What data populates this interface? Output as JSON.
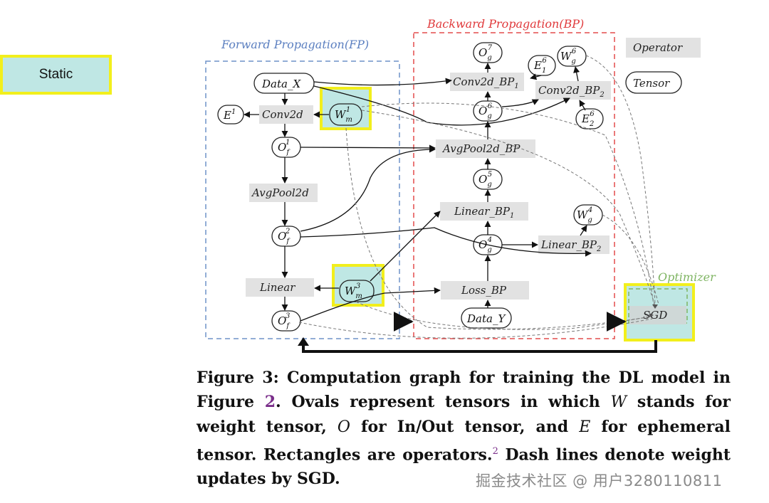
{
  "badge": {
    "label": "Static"
  },
  "regions": {
    "fp": "Forward Propagation(FP)",
    "bp": "Backward Propagation(BP)",
    "optimizer": "Optimizer"
  },
  "legend": {
    "operator": "Operator",
    "tensor": "Tensor"
  },
  "nodes": {
    "data_x": "Data_X",
    "conv2d": "Conv2d",
    "avgpool2d": "AvgPool2d",
    "linear": "Linear",
    "conv2d_bp1": "Conv2d_BP",
    "conv2d_bp2": "Conv2d_BP",
    "avgpool2d_bp": "AvgPool2d_BP",
    "linear_bp1": "Linear_BP",
    "linear_bp2": "Linear_BP",
    "loss_bp": "Loss_BP",
    "data_y": "Data_Y",
    "sgd": "SGD"
  },
  "caption": {
    "prefix": "Figure 3: Computation graph for training the DL model in Figure ",
    "fig_ref": "2",
    "part1": ". Ovals represent tensors in which ",
    "W": "W",
    "part2": " stands for weight tensor, ",
    "O": "O",
    "part3": " for In/Out tensor, and ",
    "E": "E",
    "part4": " for ephemeral tensor. Rectangles are operators.",
    "footnote": "2",
    "part5": " Dash lines denote weight updates by SGD."
  },
  "watermark": "掘金技术社区 @ 用户3280110811",
  "colors": {
    "fp_border": "#6f92c8",
    "bp_border": "#e44b4b",
    "optimizer": "#7fb563",
    "operator_fill": "#e2e2e2",
    "highlight": "#f2ef1c",
    "highlight_fill": "#bfe7e4"
  }
}
